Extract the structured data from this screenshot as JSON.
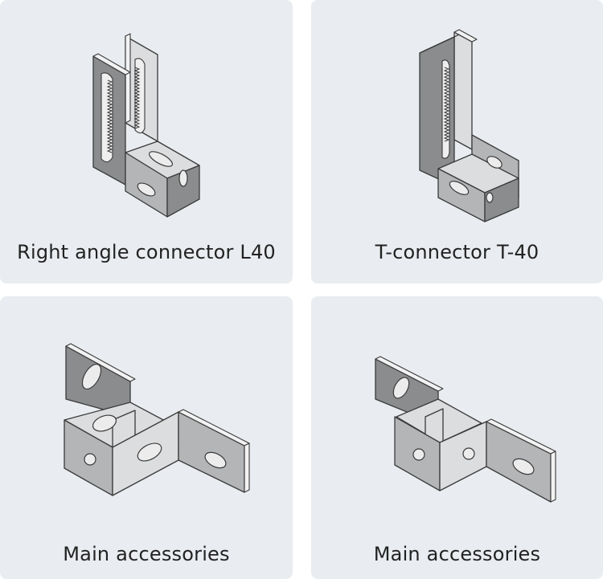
{
  "products": [
    {
      "label": "Right angle connector L40",
      "icon": "right-angle-connector-icon"
    },
    {
      "label": "T-connector T-40",
      "icon": "t-connector-icon"
    },
    {
      "label": "Main accessories",
      "icon": "z-bracket-icon"
    },
    {
      "label": "Main accessories",
      "icon": "z-bracket-small-icon"
    }
  ]
}
